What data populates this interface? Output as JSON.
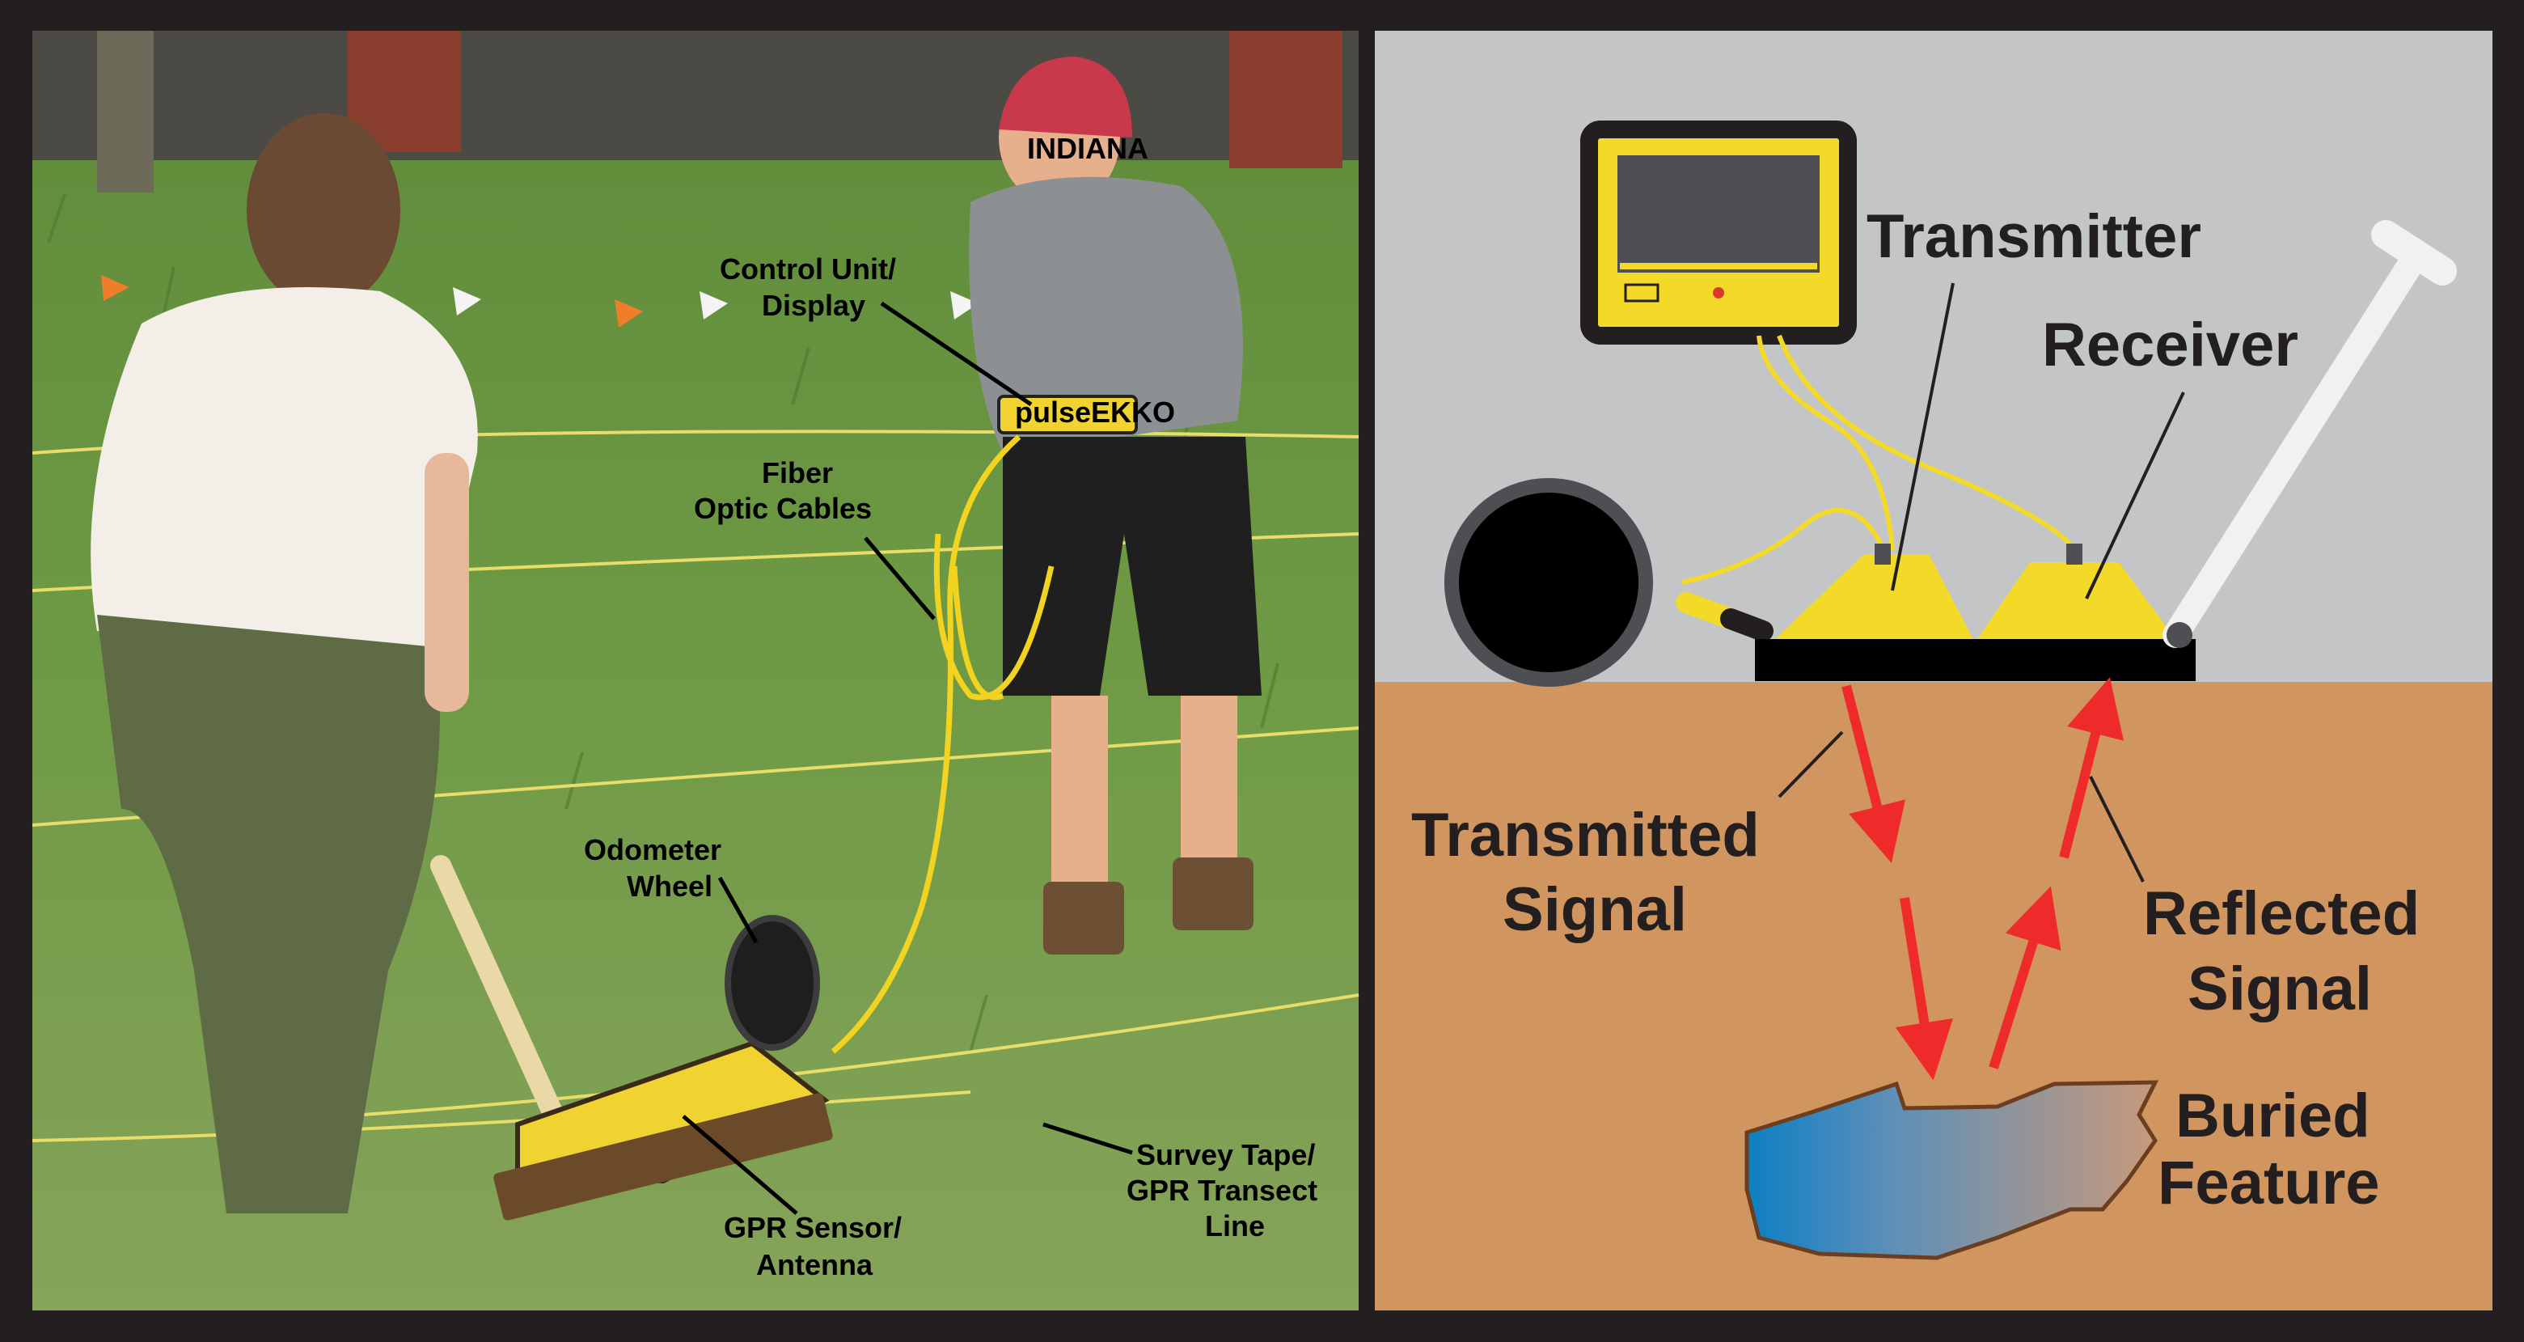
{
  "photo_labels": {
    "control_unit_line1": "Control Unit/",
    "control_unit_line2": "Display",
    "fiber_line1": "Fiber",
    "fiber_line2": "Optic Cables",
    "odometer_line1": "Odometer",
    "odometer_line2": "Wheel",
    "sensor_line1": "GPR Sensor/",
    "sensor_line2": "Antenna",
    "tape_line1": "Survey Tape/",
    "tape_line2": "GPR Transect",
    "tape_line3": "Line",
    "cap_text": "INDIANA",
    "device_brand": "pulseEKKO"
  },
  "diagram_labels": {
    "transmitter": "Transmitter",
    "receiver": "Receiver",
    "transmitted_line1": "Transmitted",
    "transmitted_line2": "Signal",
    "reflected_line1": "Reflected",
    "reflected_line2": "Signal",
    "buried_line1": "Buried",
    "buried_line2": "Feature"
  },
  "colors": {
    "sky": "#c3c5c7",
    "soil": "#d1955f",
    "equipment_yellow": "#f5e035",
    "signal_red": "#ee2a2a",
    "feature_blue": "#0c7fc4",
    "frame": "#231f20"
  }
}
